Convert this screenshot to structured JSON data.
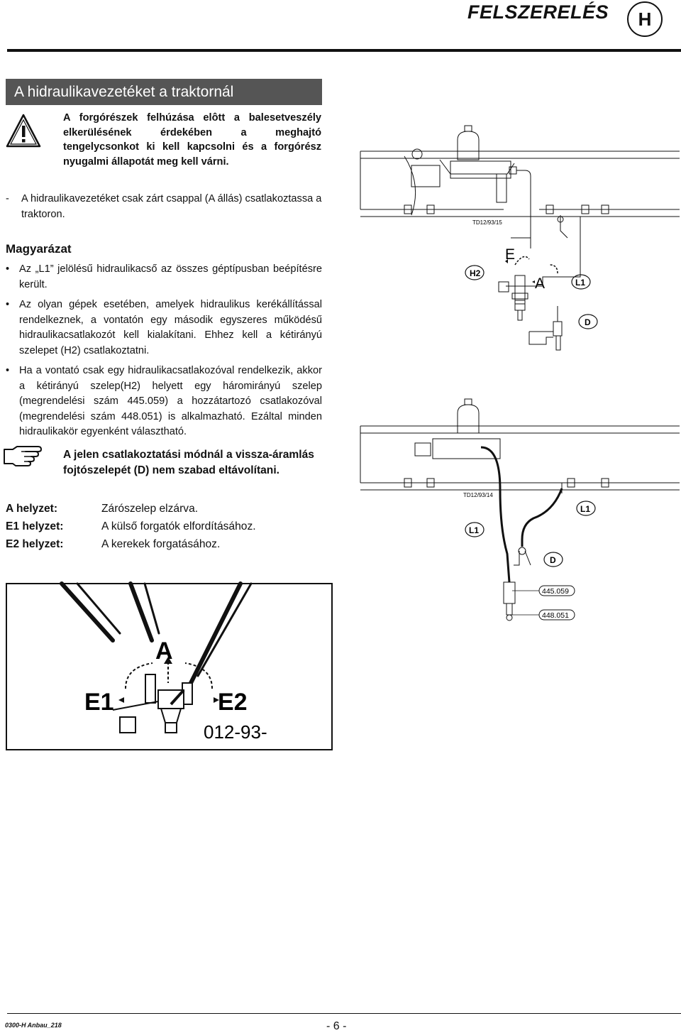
{
  "header": {
    "title": "FELSZERELÉS",
    "badge": "H"
  },
  "section": {
    "title": "A hidraulikavezetéket a traktornál csatlakoztassa"
  },
  "warning": {
    "text": "A forgórészek felhúzása elôtt a balesetveszély elkerülésének érdekében a meghajtó tengelycsonkot ki kell kapcsolni és a forgórész nyugalmi állapotát meg kell várni."
  },
  "instruction": {
    "marker": "-",
    "text": "A hidraulikavezetéket csak zárt csappal (A állás) csatlakoztassa a traktoron."
  },
  "legend": {
    "heading": "Magyarázat",
    "items": [
      "Az „L1” jelölésű hidraulikacső az összes géptípusban beépítésre került.",
      "Az olyan gépek esetében, amelyek hidraulikus kerékállítással rendelkeznek, a vontatón egy második egyszeres működésű hidraulikacsatlakozót kell kialakítani. Ehhez kell a kétirányú szelepet (H2) csatlakoztatni.",
      "Ha a vontató csak egy hidraulikacsatlakozóval rendelkezik, akkor a kétirányú szelep(H2) helyett egy háromirányú szelep (megrendelési szám 445.059) a hozzátartozó csatlakozóval (megrendelési szám 448.051) is alkalmazható. Ezáltal minden hidraulikakör egyenként választható."
    ]
  },
  "note": {
    "text": "A jelen csatlakoztatási módnál a vissza-áramlás fojtószelepét (D) nem szabad eltávolítani."
  },
  "positions": [
    {
      "key": "A helyzet:",
      "value": "Zárószelep elzárva."
    },
    {
      "key": "E1 helyzet:",
      "value": "A külső forgatók elfordításához."
    },
    {
      "key": "E2 helyzet:",
      "value": "A kerekek forgatásához."
    }
  ],
  "figure_top": {
    "code": "TD12/93/15",
    "labels": {
      "h2": "H2",
      "e": "E",
      "a": "A",
      "l1": "L1",
      "d": "D"
    }
  },
  "figure_bottom": {
    "code": "TD12/93/14",
    "labels": {
      "l1_left": "L1",
      "l1_right": "L1",
      "d": "D",
      "part1": "445.059",
      "part2": "448.051"
    }
  },
  "figure_valve": {
    "labels": {
      "a": "A",
      "e1": "E1",
      "e2": "E2",
      "code": "012-93-"
    }
  },
  "footer": {
    "doc_code": "0300-H Anbau_218",
    "page": "- 6 -"
  }
}
